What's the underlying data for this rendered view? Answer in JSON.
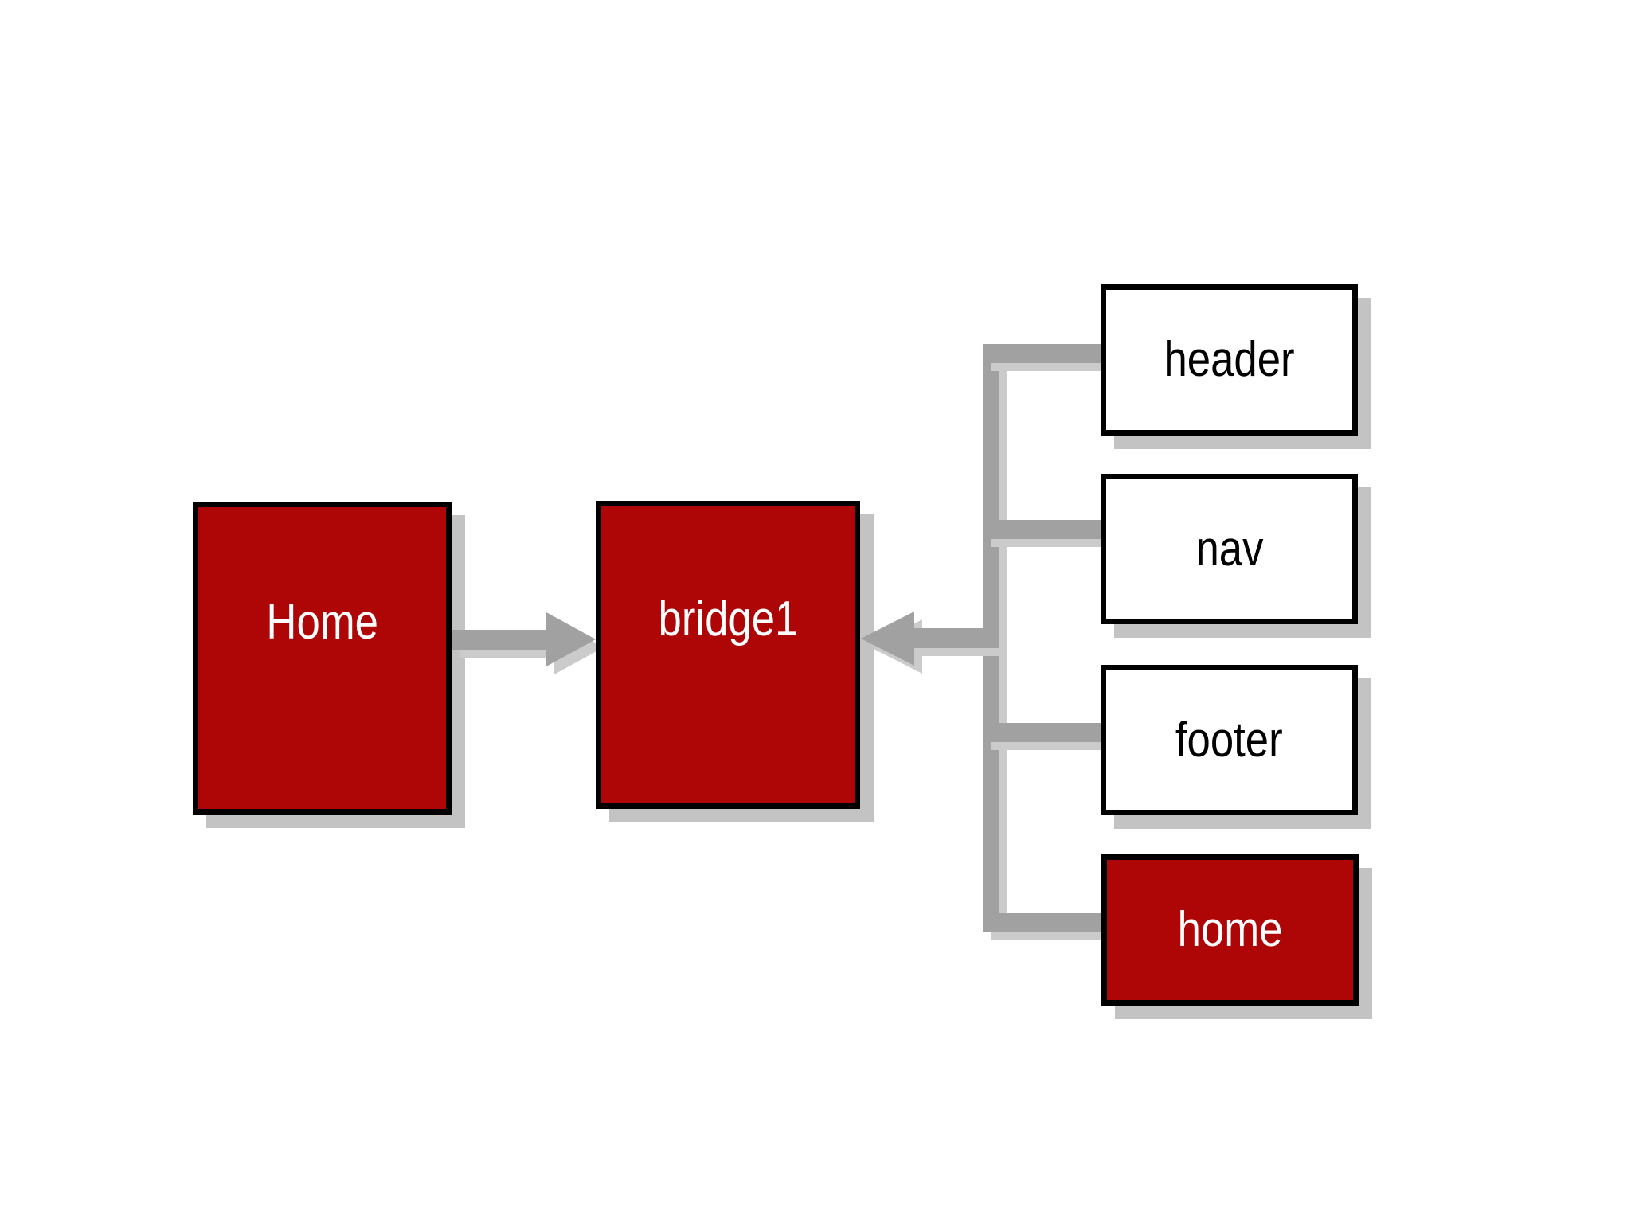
{
  "diagram": {
    "background": "#ffffff",
    "nodes": [
      {
        "id": "home-main",
        "label": "Home",
        "variant": "red"
      },
      {
        "id": "bridge1",
        "label": "bridge1",
        "variant": "red"
      },
      {
        "id": "header",
        "label": "header",
        "variant": "white"
      },
      {
        "id": "nav",
        "label": "nav",
        "variant": "white"
      },
      {
        "id": "footer",
        "label": "footer",
        "variant": "white"
      },
      {
        "id": "home-child",
        "label": "home",
        "variant": "red"
      }
    ],
    "edges": [
      {
        "from": "Home",
        "to": "bridge1",
        "type": "arrow-right"
      },
      {
        "from": "header,nav,footer,home bracket",
        "to": "bridge1",
        "type": "arrow-left"
      }
    ],
    "colors": {
      "node_red": "#ae0506",
      "node_white": "#ffffff",
      "node_border": "#000000",
      "connector": "#a1a1a1",
      "connector_shadow": "#cbcbcb",
      "box_shadow": "#c3c3c3",
      "label_on_red": "#ffffff",
      "label_on_white": "#000000"
    }
  }
}
